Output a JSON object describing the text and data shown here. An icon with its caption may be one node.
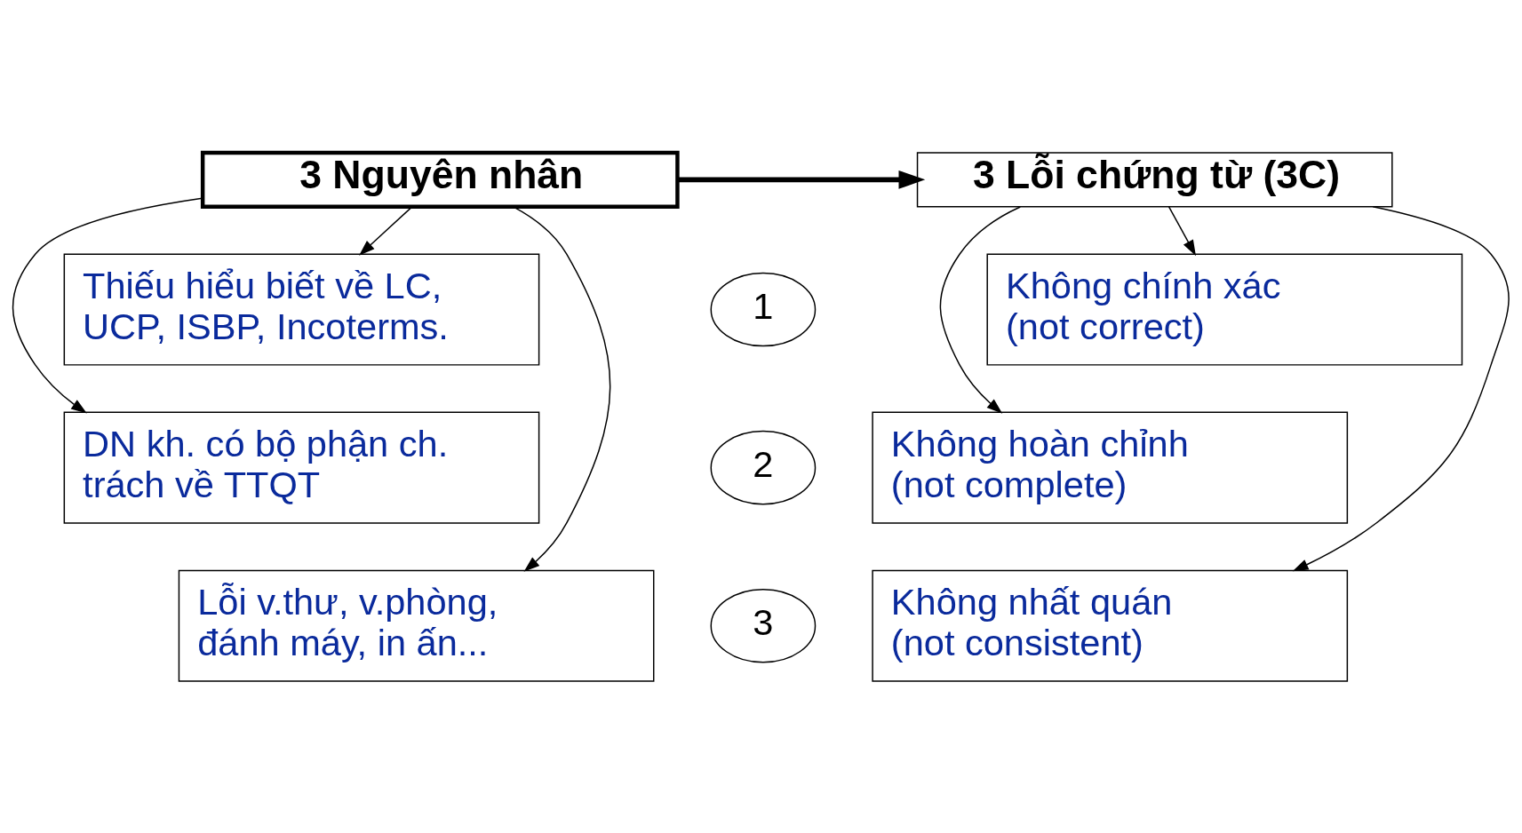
{
  "diagram": {
    "nodes": [
      {
        "text": [
          "3 Nguyên nhân"
        ]
      },
      {
        "text": [
          "3 Lỗi chứng từ (3C)"
        ]
      },
      {
        "text": [
          "Thiếu hiểu biết về LC, UCP, ISBP, Incoterms."
        ]
      },
      {
        "text": [
          "1"
        ]
      },
      {
        "text": [
          "Không chính xác (not correct)"
        ]
      },
      {
        "text": [
          "DN kh. có bộ phận ch. trách về TTQT"
        ]
      },
      {
        "text": [
          "2"
        ]
      },
      {
        "text": [
          "Không hoàn chỉnh (not complete)"
        ]
      },
      {
        "text": [
          "Lỗi v.thư, v.phòng, đánh máy, in ấn..."
        ]
      },
      {
        "text": [
          "3"
        ]
      },
      {
        "text": [
          "Không nhất quán (not consistent)"
        ]
      }
    ],
    "edges": [
      {
        "from": 0,
        "to": 1,
        "arrow": "to",
        "style": "thick"
      },
      {
        "from": 0,
        "to": 2,
        "arrow": "to"
      },
      {
        "from": 0,
        "to": 5,
        "arrow": "to"
      },
      {
        "from": 0,
        "to": 8,
        "arrow": "to"
      },
      {
        "from": 1,
        "to": 4,
        "arrow": "to"
      },
      {
        "from": 1,
        "to": 7,
        "arrow": "to"
      },
      {
        "from": 1,
        "to": 10,
        "arrow": "to"
      }
    ]
  }
}
